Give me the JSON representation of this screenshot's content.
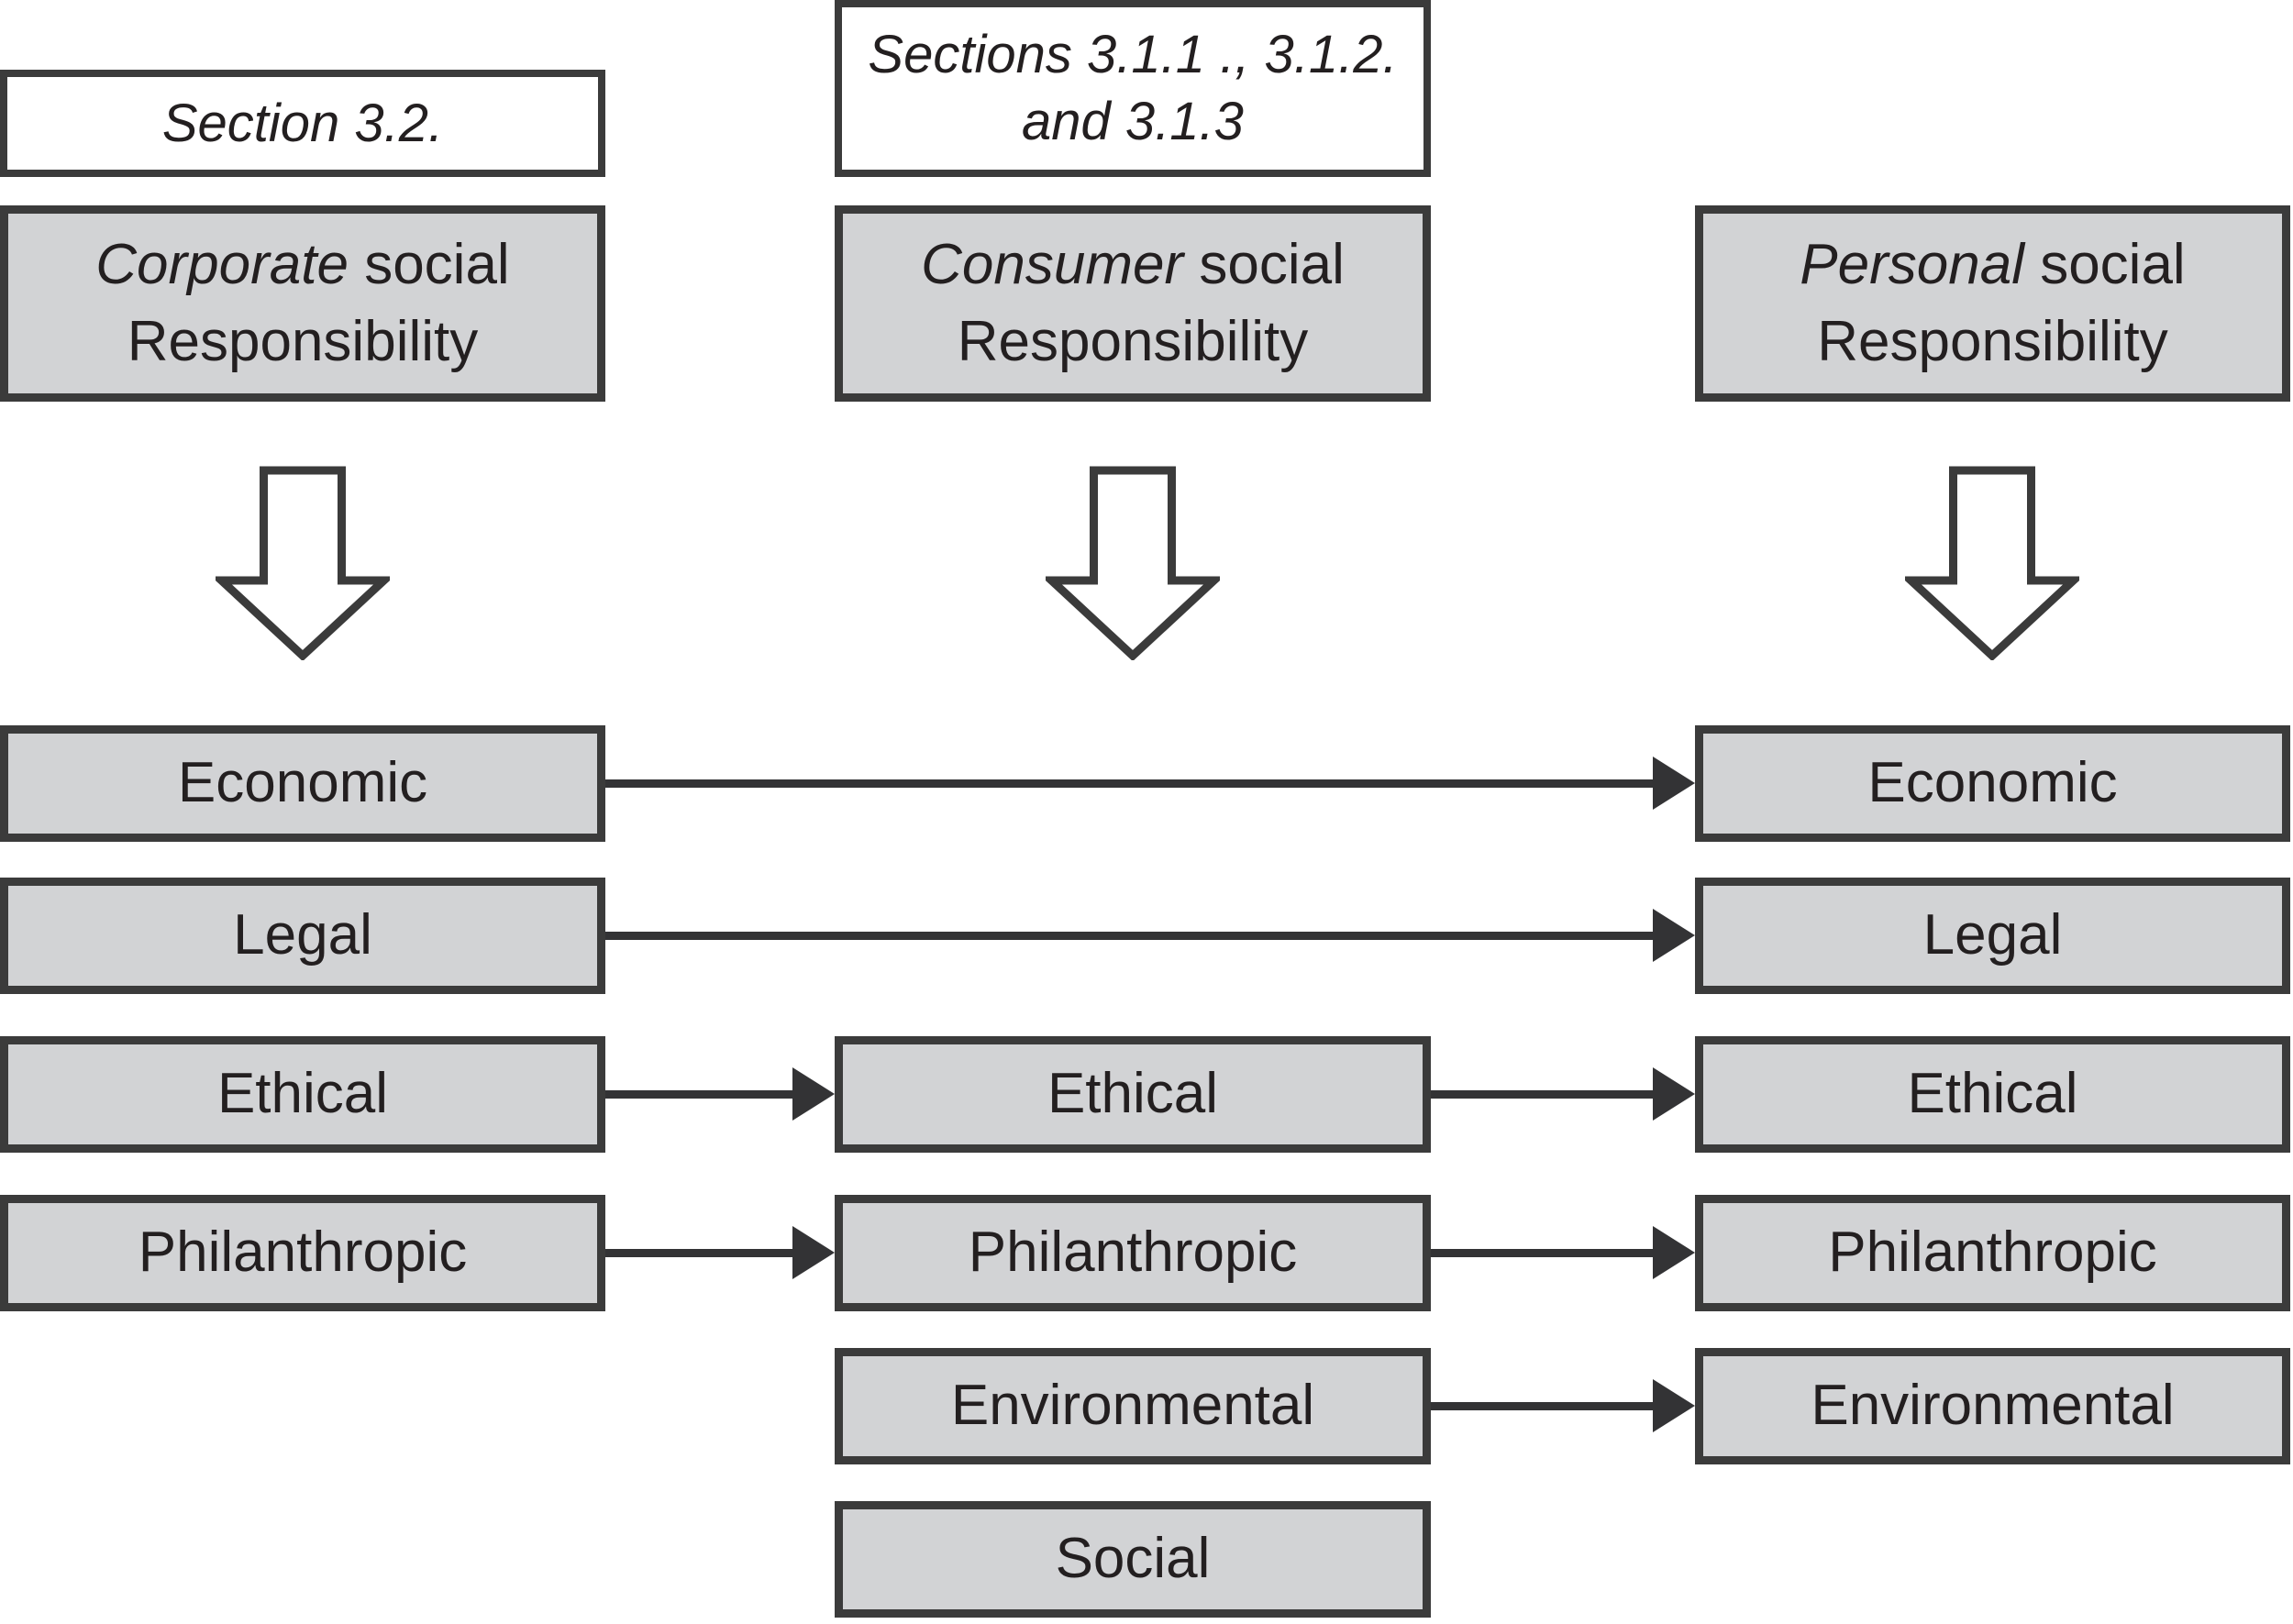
{
  "diagram_title": "Corporate, consumer and personal social responsibility flow",
  "colors": {
    "box_fill": "#d2d3d5",
    "box_border": "#3b3b3b",
    "arrow": "#333335",
    "text": "#231f20",
    "section_box_fill": "#ffffff"
  },
  "section_labels": {
    "left": {
      "line1": "Section 3.2."
    },
    "middle": {
      "line1": "Sections 3.1.1 ., 3.1.2.",
      "line2": "and 3.1.3"
    }
  },
  "headers": [
    {
      "italic": "Corporate",
      "rest": " social",
      "line2": "Responsibility"
    },
    {
      "italic": "Consumer",
      "rest": " social",
      "line2": "Responsibility"
    },
    {
      "italic": "Personal",
      "rest": " social",
      "line2": "Responsibility"
    }
  ],
  "rows": {
    "left": [
      "Economic",
      "Legal",
      "Ethical",
      "Philanthropic"
    ],
    "middle": [
      "Ethical",
      "Philanthropic",
      "Environmental",
      "Social"
    ],
    "right": [
      "Economic",
      "Legal",
      "Ethical",
      "Philanthropic",
      "Environmental"
    ]
  },
  "flows": [
    "left Economic to right Economic",
    "left Legal to right Legal",
    "left Ethical to middle Ethical",
    "middle Ethical to right Ethical",
    "left Philanthropic to middle Philanthropic",
    "middle Philanthropic to right Philanthropic",
    "middle Environmental to right Environmental"
  ]
}
